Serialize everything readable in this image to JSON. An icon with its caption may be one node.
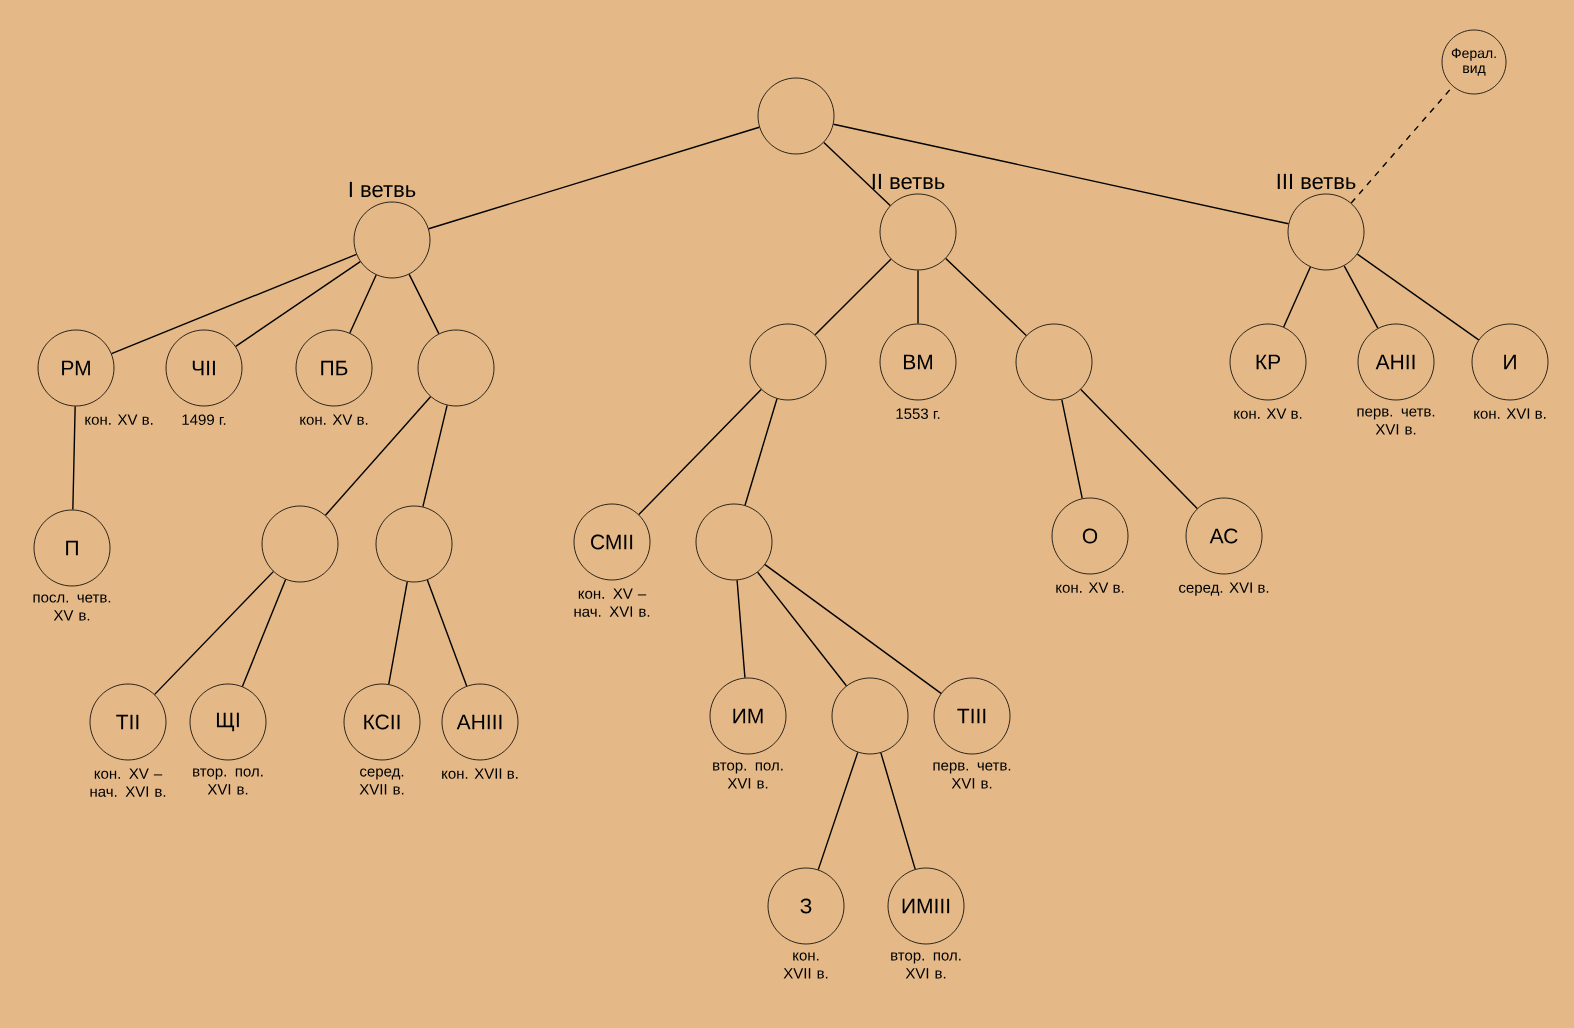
{
  "diagram": {
    "nodes": [
      {
        "text": [],
        "shape": "circle"
      },
      {
        "text": [
          "I ветвь"
        ]
      },
      {
        "text": [
          "II ветвь"
        ]
      },
      {
        "text": [
          "III ветвь"
        ]
      },
      {
        "text": [
          "Ферал. вид"
        ]
      },
      {
        "text": [
          "РМ"
        ],
        "beside": [
          "кон. XV в."
        ]
      },
      {
        "text": [
          "ЧII"
        ],
        "beside": [
          "1499 г."
        ]
      },
      {
        "text": [
          "ПБ"
        ],
        "beside": [
          "кон. XV в."
        ]
      },
      {
        "text": [],
        "shape": "circle"
      },
      {
        "text": [
          "П"
        ],
        "beside": [
          "посл. четв. XV в."
        ]
      },
      {
        "text": [],
        "shape": "circle"
      },
      {
        "text": [],
        "shape": "circle"
      },
      {
        "text": [
          "ТII"
        ],
        "beside": [
          "кон. XV – нач. XVI в."
        ]
      },
      {
        "text": [
          "ЩI"
        ],
        "beside": [
          "втор. пол. XVI в."
        ]
      },
      {
        "text": [
          "КСII"
        ],
        "beside": [
          "серед. XVII в."
        ]
      },
      {
        "text": [
          "АНIII"
        ],
        "beside": [
          "кон. XVII в."
        ]
      },
      {
        "text": [],
        "shape": "circle"
      },
      {
        "text": [
          "ВМ"
        ],
        "beside": [
          "1553 г."
        ]
      },
      {
        "text": [],
        "shape": "circle"
      },
      {
        "text": [
          "СМII"
        ],
        "beside": [
          "кон. XV – нач. XVI в."
        ]
      },
      {
        "text": [],
        "shape": "circle"
      },
      {
        "text": [
          "ИМ"
        ],
        "beside": [
          "втор. пол. XVI в."
        ]
      },
      {
        "text": [],
        "shape": "circle"
      },
      {
        "text": [
          "ТIII"
        ],
        "beside": [
          "перв. четв. XVI в."
        ]
      },
      {
        "text": [
          "З"
        ],
        "beside": [
          "кон. XVII в."
        ]
      },
      {
        "text": [
          "ИМIII"
        ],
        "beside": [
          "втор. пол. XVI в."
        ]
      },
      {
        "text": [
          "О"
        ],
        "beside": [
          "кон. XV в."
        ]
      },
      {
        "text": [
          "АС"
        ],
        "beside": [
          "серед. XVI в."
        ]
      },
      {
        "text": [
          "КР"
        ],
        "beside": [
          "кон. XV в."
        ]
      },
      {
        "text": [
          "АНII"
        ],
        "beside": [
          "перв. четв. XVI в."
        ]
      },
      {
        "text": [
          "И"
        ],
        "beside": [
          "кон. XVI в."
        ]
      }
    ],
    "edges": [
      {
        "from": 0,
        "to": 1,
        "arrow": "none"
      },
      {
        "from": 0,
        "to": 2,
        "arrow": "none"
      },
      {
        "from": 0,
        "to": 3,
        "arrow": "none"
      },
      {
        "from": 3,
        "to": 4,
        "arrow": "none",
        "style": "dashed"
      },
      {
        "from": 1,
        "to": 5,
        "arrow": "none"
      },
      {
        "from": 1,
        "to": 6,
        "arrow": "none"
      },
      {
        "from": 1,
        "to": 7,
        "arrow": "none"
      },
      {
        "from": 1,
        "to": 8,
        "arrow": "none"
      },
      {
        "from": 5,
        "to": 9,
        "arrow": "none"
      },
      {
        "from": 8,
        "to": 10,
        "arrow": "none"
      },
      {
        "from": 8,
        "to": 11,
        "arrow": "none"
      },
      {
        "from": 10,
        "to": 12,
        "arrow": "none"
      },
      {
        "from": 10,
        "to": 13,
        "arrow": "none"
      },
      {
        "from": 11,
        "to": 14,
        "arrow": "none"
      },
      {
        "from": 11,
        "to": 15,
        "arrow": "none"
      },
      {
        "from": 2,
        "to": 16,
        "arrow": "none"
      },
      {
        "from": 2,
        "to": 17,
        "arrow": "none"
      },
      {
        "from": 2,
        "to": 18,
        "arrow": "none"
      },
      {
        "from": 16,
        "to": 19,
        "arrow": "none"
      },
      {
        "from": 16,
        "to": 20,
        "arrow": "none"
      },
      {
        "from": 20,
        "to": 21,
        "arrow": "none"
      },
      {
        "from": 20,
        "to": 22,
        "arrow": "none"
      },
      {
        "from": 20,
        "to": 23,
        "arrow": "none"
      },
      {
        "from": 22,
        "to": 24,
        "arrow": "none"
      },
      {
        "from": 22,
        "to": 25,
        "arrow": "none"
      },
      {
        "from": 18,
        "to": 26,
        "arrow": "none"
      },
      {
        "from": 18,
        "to": 27,
        "arrow": "none"
      },
      {
        "from": 3,
        "to": 28,
        "arrow": "none"
      },
      {
        "from": 3,
        "to": 29,
        "arrow": "none"
      },
      {
        "from": 3,
        "to": 30,
        "arrow": "none"
      }
    ]
  }
}
